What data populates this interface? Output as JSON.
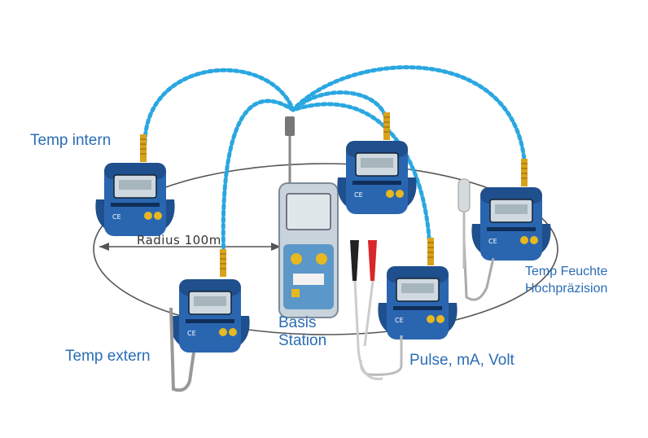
{
  "labels": {
    "temp_intern": "Temp intern",
    "temp_extern": "Temp extern",
    "basis_line1": "Basis",
    "basis_line2": "Station",
    "pulse": "Pulse, mA, Volt",
    "feuchte_line1": "Temp Feuchte",
    "feuchte_line2": "Hochpräzision",
    "radius": "Radius 100m"
  },
  "colors": {
    "label_text": "#2a6db5",
    "wireless_link": "#2aa7e0",
    "logger_body": "#2a66b0",
    "antenna": "#d9a21b",
    "base_station": "#5b97c9",
    "probe_red": "#d8262a",
    "probe_black": "#222222"
  }
}
